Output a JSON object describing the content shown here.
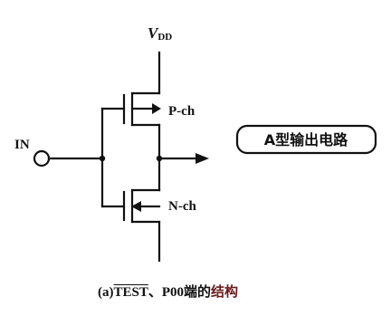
{
  "supply_label": "V",
  "supply_sub": "DD",
  "input_label": "IN",
  "pmos_label": "P-ch",
  "nmos_label": "N-ch",
  "output_box_label": "A型输出电路",
  "caption": {
    "prefix": "(a)",
    "test": "TEST",
    "middle": "、P00端的",
    "tail": "结构"
  }
}
